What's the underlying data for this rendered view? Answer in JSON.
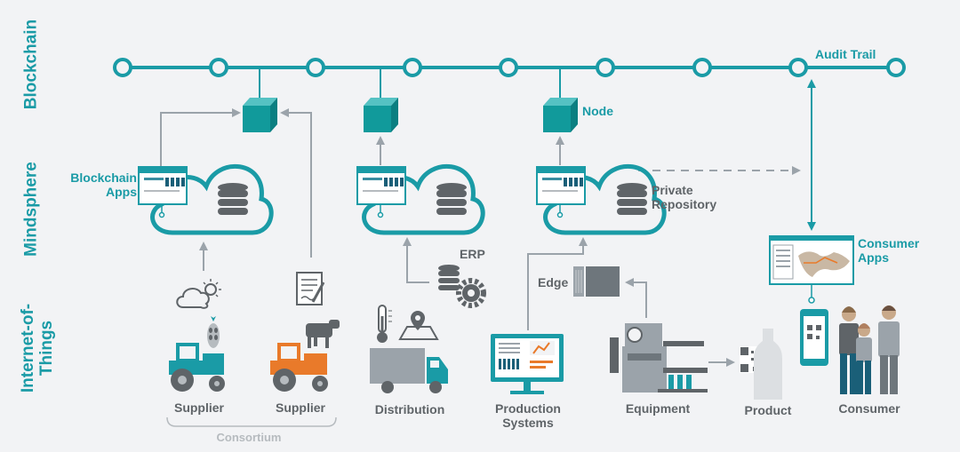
{
  "layers": {
    "blockchain": "Blockchain",
    "mindsphere": "Mindsphere",
    "iot_line1": "Internet-of-",
    "iot_line2": "Things"
  },
  "labels": {
    "audit_trail": "Audit Trail",
    "node": "Node",
    "blockchain_apps_1": "Blockchain",
    "blockchain_apps_2": "Apps",
    "private_repo_1": "Private",
    "private_repo_2": "Repository",
    "erp": "ERP",
    "edge": "Edge",
    "consumer_apps_1": "Consumer",
    "consumer_apps_2": "Apps",
    "supplier_1": "Supplier",
    "supplier_2": "Supplier",
    "consortium": "Consortium",
    "distribution": "Distribution",
    "production_1": "Production",
    "production_2": "Systems",
    "equipment": "Equipment",
    "product": "Product",
    "consumer": "Consumer"
  },
  "colors": {
    "teal": "#1a9ba6",
    "node_cube": "#119a9b",
    "arrow_grey": "#9ba3aa",
    "tractor_teal": "#1a9ba6",
    "tractor_orange": "#e97a2a",
    "icon_grey": "#5f6468"
  },
  "icons": [
    "node-cube-icon",
    "cloud-icon",
    "database-icon",
    "weather-icon",
    "grain-icon",
    "tractor-icon",
    "contract-icon",
    "cow-icon",
    "thermometer-icon",
    "map-pin-icon",
    "truck-icon",
    "gear-icon",
    "monitor-icon",
    "edge-device-icon",
    "machine-icon",
    "qr-code-icon",
    "bottle-icon",
    "phone-icon",
    "people-icon",
    "world-map-icon"
  ]
}
